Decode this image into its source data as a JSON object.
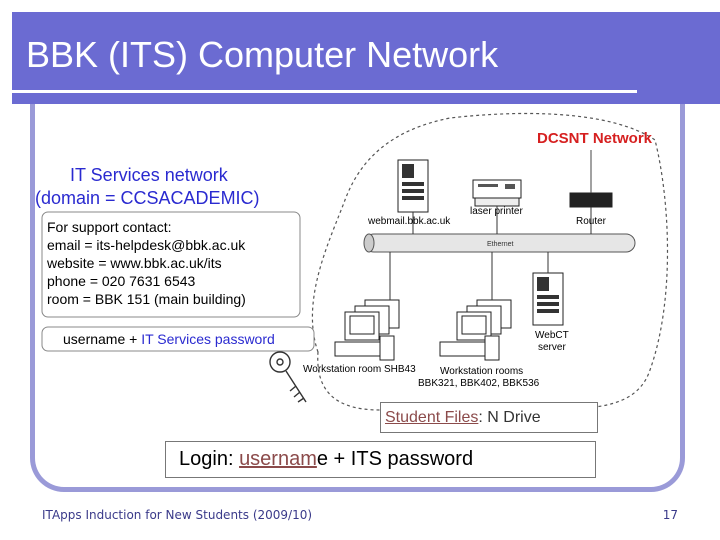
{
  "slide": {
    "title": "BBK (ITS) Computer Network",
    "footer": "ITApps Induction for New Students (2009/10)",
    "page_number": "17"
  },
  "diagram": {
    "dcsnt_prefix": "DCSNT",
    "dcsnt_suffix": " Network",
    "its_network_line1": "IT Services network",
    "its_network_line2": "(domain = CCSACADEMIC)",
    "support": {
      "heading": "For support contact:",
      "email": "email = its-helpdesk@bbk.ac.uk",
      "website": "website = www.bbk.ac.uk/its",
      "phone": "phone = 020 7631 6543",
      "room": "room = BBK 151 (main building)"
    },
    "credentials_prefix": "username + ",
    "credentials_suffix": "IT Services password",
    "nodes": {
      "webmail": "webmail.bbk.ac.uk",
      "laser_printer": "laser printer",
      "router": "Router",
      "ethernet": "Ethernet",
      "webct_line1": "WebCT",
      "webct_line2": "server",
      "ws_shb": "Workstation room SHB43",
      "ws_rooms_line1": "Workstation rooms",
      "ws_rooms_line2": "BBK321, BBK402, BBK536"
    },
    "student_files": {
      "label": "Student Files",
      "value": ": N Drive"
    },
    "login": {
      "label": "Login",
      "colon": ": ",
      "user_underlined": "usernam",
      "user_rest": "e + ",
      "password": " ITS password"
    }
  },
  "colors": {
    "title_bar": "#6b6bd2",
    "dcsnt_red": "#d62020",
    "its_blue": "#2a2ad0",
    "frame": "#9a9ad8"
  }
}
